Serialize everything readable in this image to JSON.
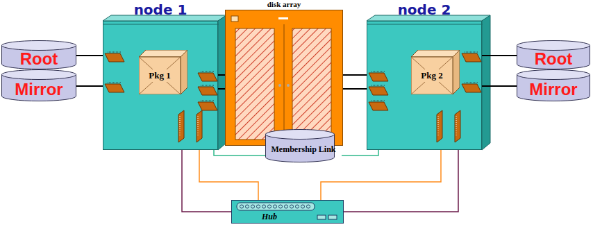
{
  "diagram": {
    "nodes": [
      {
        "text": [
          "node 1"
        ]
      },
      {
        "text": [
          "Pkg 1"
        ],
        "in": 0
      },
      {
        "text": [
          "disk array"
        ]
      },
      {
        "text": [
          "node 2"
        ]
      },
      {
        "text": [
          "Pkg 2"
        ],
        "in": 3
      },
      {
        "text": [
          "Root"
        ]
      },
      {
        "text": [
          "Mirror"
        ]
      },
      {
        "text": [
          "Root"
        ]
      },
      {
        "text": [
          "Mirror"
        ]
      },
      {
        "text": [
          "Membership Link"
        ]
      },
      {
        "text": [
          "Hub"
        ]
      }
    ],
    "edges": [
      {
        "from": 5,
        "to": 0,
        "arrow": "none"
      },
      {
        "from": 6,
        "to": 0,
        "arrow": "none"
      },
      {
        "from": 0,
        "to": 2,
        "arrow": "none"
      },
      {
        "from": 0,
        "to": 2,
        "arrow": "none"
      },
      {
        "from": 2,
        "to": 3,
        "arrow": "none"
      },
      {
        "from": 2,
        "to": 3,
        "arrow": "none"
      },
      {
        "from": 3,
        "to": 7,
        "arrow": "none"
      },
      {
        "from": 3,
        "to": 8,
        "arrow": "none"
      },
      {
        "from": 0,
        "to": 9,
        "arrow": "none"
      },
      {
        "from": 3,
        "to": 9,
        "arrow": "none"
      },
      {
        "from": 0,
        "to": 10,
        "arrow": "none"
      },
      {
        "from": 0,
        "to": 10,
        "arrow": "none"
      },
      {
        "from": 3,
        "to": 10,
        "arrow": "none"
      },
      {
        "from": 3,
        "to": 10,
        "arrow": "none"
      }
    ]
  }
}
